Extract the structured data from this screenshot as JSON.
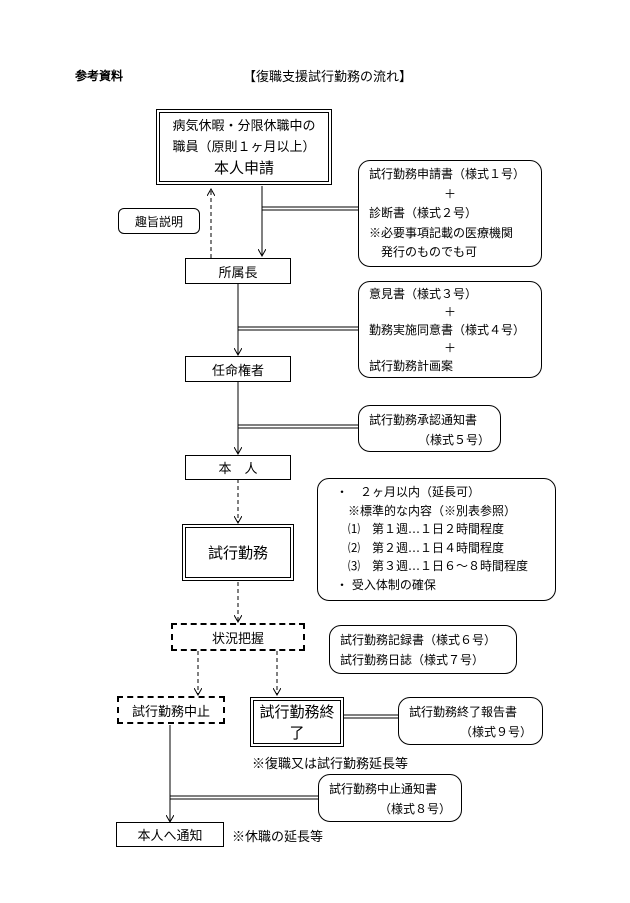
{
  "header": {
    "left": "参考資料",
    "title": "【復職支援試行勤務の流れ】"
  },
  "nodes": {
    "applicant": {
      "line1": "病気休暇・分限休職中の",
      "line2": "職員（原則１ヶ月以上）",
      "line3": "本人申請"
    },
    "explain": "趣旨説明",
    "director": "所属長",
    "appointer": "任命権者",
    "self": "本　人",
    "trial": "試行勤務",
    "status": "状況把握",
    "stop": "試行勤務中止",
    "end": "試行勤務終了",
    "notify": "本人へ通知"
  },
  "notes": {
    "docs1": {
      "l1": "試行勤務申請書（様式１号）",
      "l2": "＋",
      "l3": "診断書（様式２号）",
      "l4": "※必要事項記載の医療機関",
      "l5": "発行のものでも可"
    },
    "docs2": {
      "l1": "意見書（様式３号）",
      "l2": "＋",
      "l3": "勤務実施同意書（様式４号）",
      "l4": "＋",
      "l5": "試行勤務計画案"
    },
    "docs3": {
      "l1": "試行勤務承認通知書",
      "l2": "（様式５号）"
    },
    "plan": {
      "l1": "・　２ヶ月以内（延長可）",
      "l2": "※標準的な内容（※別表参照）",
      "l3": "⑴　第１週…１日２時間程度",
      "l4": "⑵　第２週…１日４時間程度",
      "l5": "⑶　第３週…１日６～８時間程度",
      "l6": "・ 受入体制の確保"
    },
    "docs6": {
      "l1": "試行勤務記録書（様式６号）",
      "l2": "試行勤務日誌（様式７号）"
    },
    "docs9": {
      "l1": "試行勤務終了報告書",
      "l2": "（様式９号）"
    },
    "docs8": {
      "l1": "試行勤務中止通知書",
      "l2": "（様式８号）"
    }
  },
  "remarks": {
    "after_end": "※復職又は試行勤務延長等",
    "after_notify": "※休職の延長等"
  }
}
